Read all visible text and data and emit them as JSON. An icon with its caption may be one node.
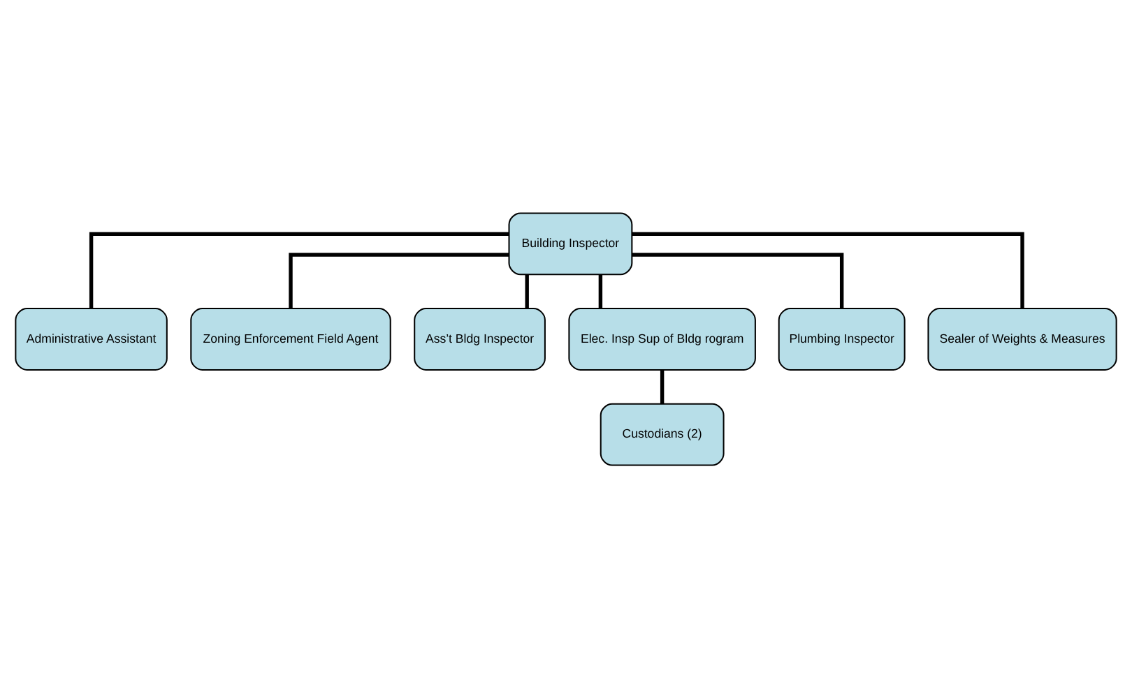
{
  "diagram": {
    "nodes": [
      {
        "text": [
          "Building Inspector"
        ]
      },
      {
        "text": [
          "Administrative Assistant"
        ]
      },
      {
        "text": [
          "Zoning Enforcement Field Agent"
        ]
      },
      {
        "text": [
          "Ass’t Bldg Inspector"
        ]
      },
      {
        "text": [
          "Elec. Insp Sup of Bldg rogram"
        ]
      },
      {
        "text": [
          "Plumbing Inspector"
        ]
      },
      {
        "text": [
          "Sealer of Weights & Measures"
        ]
      },
      {
        "text": [
          "Custodians (2)"
        ]
      }
    ],
    "edges": [
      {
        "from": 0,
        "to": 1,
        "arrow": "none"
      },
      {
        "from": 0,
        "to": 2,
        "arrow": "none"
      },
      {
        "from": 0,
        "to": 3,
        "arrow": "none"
      },
      {
        "from": 0,
        "to": 4,
        "arrow": "none"
      },
      {
        "from": 0,
        "to": 5,
        "arrow": "none"
      },
      {
        "from": 0,
        "to": 6,
        "arrow": "none"
      },
      {
        "from": 4,
        "to": 7,
        "arrow": "none"
      }
    ]
  }
}
